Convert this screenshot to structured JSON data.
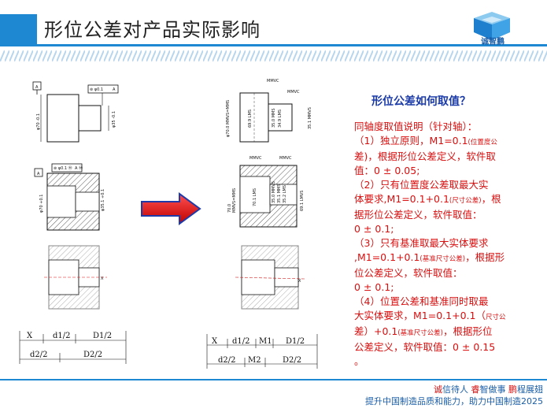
{
  "header": {
    "title": "形位公差对产品实际影响",
    "logo_text": "诚智鹏",
    "brand_color": "#1e88d2"
  },
  "right": {
    "question": "形位公差如何取值？",
    "lines": [
      {
        "a": "同轴度取值说明（针对轴）：",
        "s": "",
        "b": ""
      },
      {
        "a": "（1）独立原则，M1=0.1",
        "s": "(位置度公",
        "b": ""
      },
      {
        "a": "差)，根据形位公差定义，软件取",
        "s": "",
        "b": ""
      },
      {
        "a": "值：0 ± 0.05;",
        "s": "",
        "b": ""
      },
      {
        "a": "（2）只有位置度公差取最大实",
        "s": "",
        "b": ""
      },
      {
        "a": "体要求,M1=0.1+0.1",
        "s": "(尺寸公差)",
        "b": "，根"
      },
      {
        "a": "据形位公差定义，软件取值：",
        "s": "",
        "b": ""
      },
      {
        "a": "0 ± 0.1;",
        "s": "",
        "b": ""
      },
      {
        "a": "（3）只有基准取最大实体要求",
        "s": "",
        "b": ""
      },
      {
        "a": ",M1=0.1+0.1",
        "s": "(基准尺寸公差)",
        "b": "，根据形"
      },
      {
        "a": "位公差定义，软件取值：",
        "s": "",
        "b": ""
      },
      {
        "a": "0 ± 0.1;",
        "s": "",
        "b": ""
      },
      {
        "a": "（4）位置公差和基准同时取最",
        "s": "",
        "b": ""
      },
      {
        "a": "大实体要求，M1=0.1+0.1（",
        "s": "尺寸公",
        "b": ""
      },
      {
        "a": "差）+0.1",
        "s": "(基准尺寸公差)",
        "b": "，根据形位"
      },
      {
        "a": "公差定义，软件取值：0 ± 0.15",
        "s": "",
        "b": ""
      },
      {
        "a": "。",
        "s": "",
        "b": ""
      }
    ]
  },
  "drawings": {
    "datum_a": "A",
    "fcf1": "⊚ φ0.1",
    "fcf1_ref": "A",
    "fcf2": "⊚ φ0.1 Ⓜ",
    "fcf2_ref": "A Ⓜ",
    "mmvc": "MMVC",
    "left_dims": [
      "φ70 -0.1",
      "φ35 -0.1",
      "φ70 +0.1",
      "φ35.1 +0.1"
    ],
    "right_dims": [
      "φ70.0 MMVS=MMS",
      "69.9 LMS",
      "35.0 MMS",
      "34.9 LMS",
      "35.1 MMVS",
      "70.0",
      "MMVS=MMS",
      "70.1 LMS",
      "35.0 MMVS",
      "35.1 MMS",
      "35.2 LMS",
      "69.1 LMVS"
    ],
    "chain_left": {
      "row1": [
        "X",
        "d1/2",
        "D1/2"
      ],
      "row2": [
        "d2/2",
        "D2/2"
      ]
    },
    "chain_right": {
      "row1": [
        "X",
        "d1/2",
        "M1",
        "D1/2"
      ],
      "row2": [
        "d2/2",
        "M2",
        "D2/2"
      ]
    },
    "axis_mark": "X"
  },
  "footer": {
    "slogan_parts": [
      {
        "t": "诚",
        "c": "red"
      },
      {
        "t": "信待人 ",
        "c": "blue"
      },
      {
        "t": "睿",
        "c": "red"
      },
      {
        "t": "智做事 ",
        "c": "blue"
      },
      {
        "t": "鹏",
        "c": "red"
      },
      {
        "t": "程展翅",
        "c": "blue"
      }
    ],
    "mission": "提升中国制造品质和能力，助力中国制造2025"
  }
}
